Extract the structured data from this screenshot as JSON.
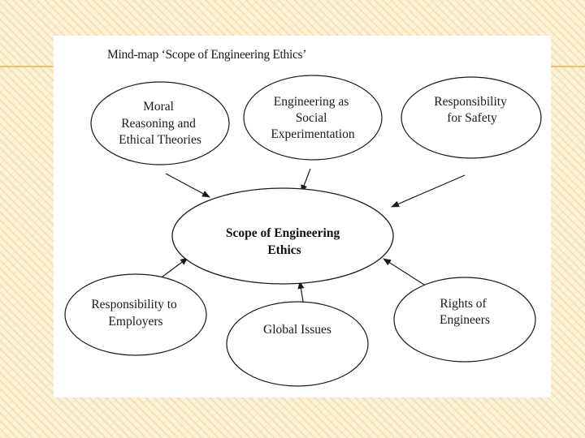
{
  "slide": {
    "title": "Mind-map ‘Scope of Engineering Ethics’"
  },
  "diagram": {
    "center": {
      "lines": [
        "Scope of Engineering",
        "Ethics"
      ]
    },
    "nodes": [
      {
        "id": "moral",
        "lines": [
          "Moral",
          "Reasoning and",
          "Ethical Theories"
        ]
      },
      {
        "id": "social",
        "lines": [
          "Engineering as",
          "Social",
          "Experimentation"
        ]
      },
      {
        "id": "safety",
        "lines": [
          "Responsibility",
          "for Safety"
        ]
      },
      {
        "id": "employers",
        "lines": [
          "Responsibility to",
          "Employers"
        ]
      },
      {
        "id": "global",
        "lines": [
          "Global Issues"
        ]
      },
      {
        "id": "rights",
        "lines": [
          "Rights of",
          "Engineers"
        ]
      }
    ]
  },
  "colors": {
    "stroke": "#1a1a1a",
    "slide_background": "#ffffff",
    "page_background": "#fbf3d8",
    "accent_line": "#f1c06a"
  }
}
